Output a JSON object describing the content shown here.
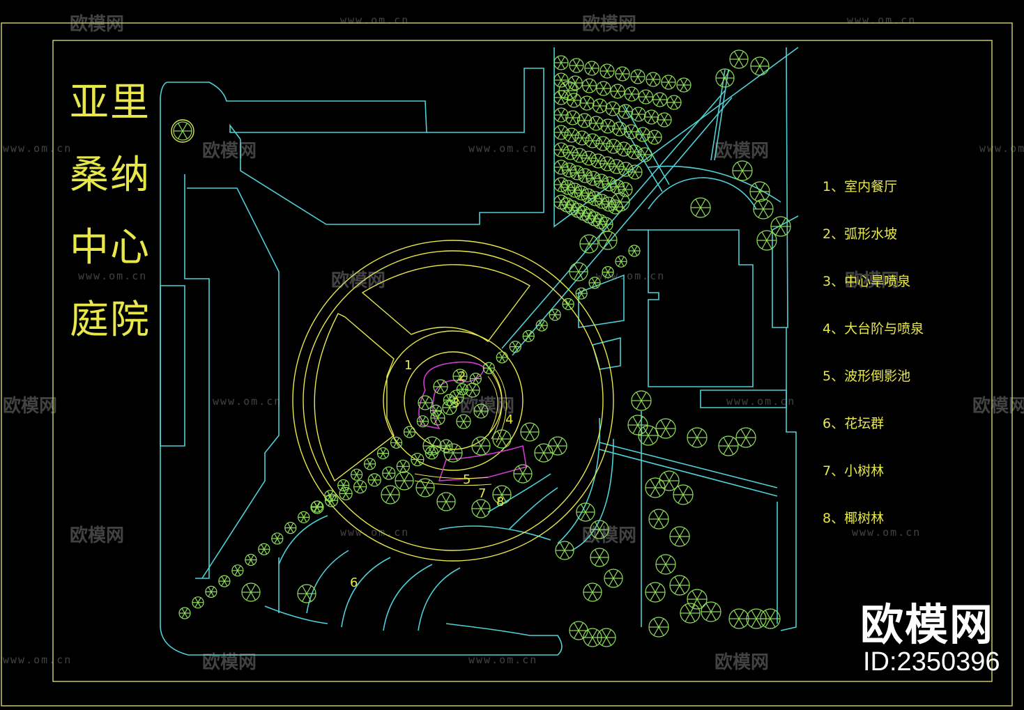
{
  "title": {
    "lines": [
      "亚里",
      "桑纳",
      "中心",
      "庭院"
    ]
  },
  "legend": {
    "items": [
      "1、室内餐厅",
      "2、弧形水坡",
      "3、中心旱喷泉",
      "4、大台阶与喷泉",
      "5、波形倒影池",
      "6、花坛群",
      "7、小树林",
      "8、椰树林"
    ]
  },
  "plan_numbers": [
    "1",
    "2",
    "3",
    "4",
    "5",
    "6",
    "7",
    "8"
  ],
  "watermark": {
    "brand": "欧模网",
    "url": "www.om.cn",
    "id": "ID:2350396"
  },
  "colors": {
    "background": "#000000",
    "text": "#e8e84a",
    "outline": "#4fd1d8",
    "trees": "#8fe05a",
    "accent": "#d23ad2",
    "frame": "#c8c864"
  }
}
